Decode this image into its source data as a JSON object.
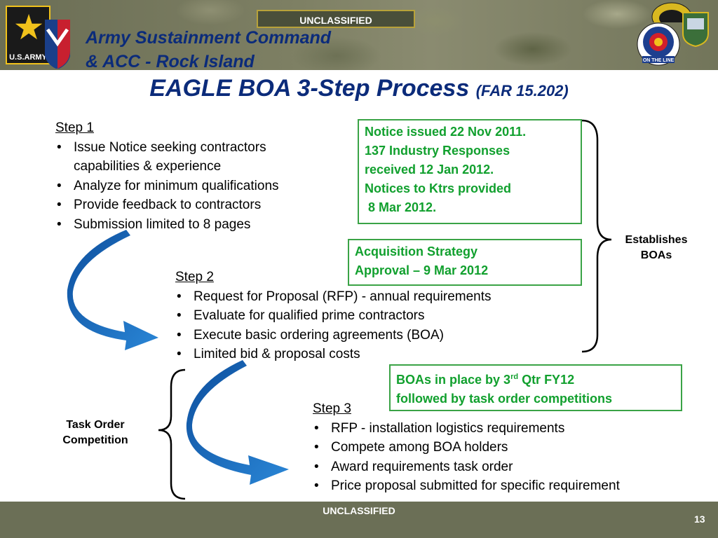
{
  "header": {
    "org_title_line1": "Army Sustainment Command",
    "org_title_line2": "& ACC - Rock Island",
    "classification": "UNCLASSIFIED",
    "army_logo_text": "U.S.ARMY",
    "seal_text": "ON THE LINE"
  },
  "title": {
    "main": "EAGLE BOA 3-Step Process",
    "reference": "(FAR 15.202)"
  },
  "step1": {
    "heading": "Step 1",
    "bullets": [
      "Issue Notice seeking contractors capabilities & experience",
      "Analyze for minimum qualifications",
      "Provide feedback to contractors",
      "Submission limited to 8 pages"
    ]
  },
  "step2": {
    "heading": "Step 2",
    "bullets": [
      "Request for Proposal (RFP) - annual requirements",
      "Evaluate for qualified prime contractors",
      "Execute basic ordering agreements (BOA)",
      "Limited bid & proposal costs"
    ]
  },
  "step3": {
    "heading": "Step 3",
    "bullets": [
      "RFP - installation logistics requirements",
      "Compete among BOA holders",
      "Award requirements task order",
      "Price proposal submitted for specific requirement"
    ]
  },
  "callouts": {
    "notice": [
      "Notice issued 22 Nov 2011.",
      "137 Industry Responses",
      "received 12 Jan 2012.",
      "Notices to Ktrs provided",
      " 8 Mar 2012."
    ],
    "acquisition": [
      "Acquisition Strategy",
      "Approval – 9 Mar 2012"
    ],
    "boas_line1_pre": "BOAs in place by 3",
    "boas_line1_sup": "rd",
    "boas_line1_post": " Qtr FY12",
    "boas_line2": "followed by task order competitions"
  },
  "labels": {
    "establishes": [
      "Establishes",
      "BOAs"
    ],
    "task_order": [
      "Task Order",
      "Competition"
    ]
  },
  "footer": {
    "classification": "UNCLASSIFIED",
    "page_number": "13"
  },
  "colors": {
    "title_blue": "#0b2b7a",
    "callout_green": "#11a02e",
    "arrow_blue": "#1565b8"
  }
}
